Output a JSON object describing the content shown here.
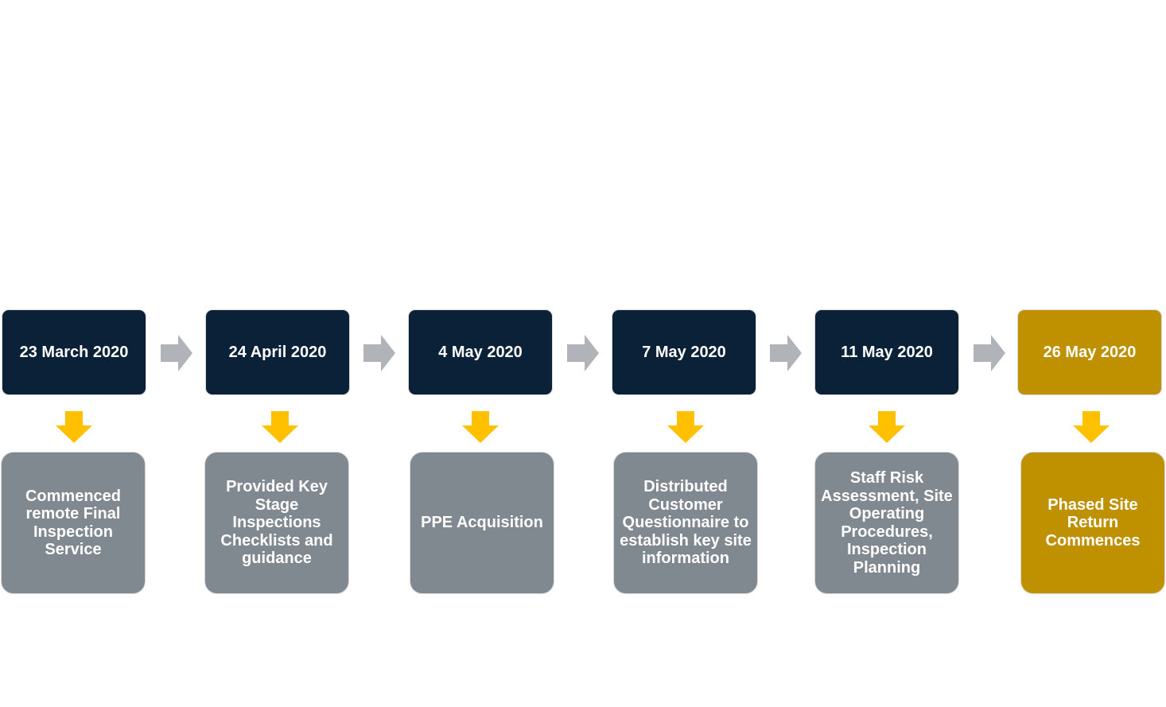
{
  "colors": {
    "date_box": "#0b2138",
    "desc_box": "#808890",
    "highlight": "#bf9000",
    "connector_arrow": "#b0b3b8",
    "down_arrow": "#ffc000"
  },
  "steps": [
    {
      "date": "23 March 2020",
      "description": "Commenced remote Final Inspection Service"
    },
    {
      "date": "24 April 2020",
      "description": "Provided Key Stage Inspections Checklists and guidance"
    },
    {
      "date": "4 May 2020",
      "description": "PPE Acquisition"
    },
    {
      "date": "7 May 2020",
      "description": "Distributed Customer Questionnaire to establish key site information"
    },
    {
      "date": "11 May 2020",
      "description": "Staff Risk Assessment, Site Operating Procedures, Inspection Planning"
    },
    {
      "date": "26 May 2020",
      "description": "Phased Site Return Commences"
    }
  ]
}
